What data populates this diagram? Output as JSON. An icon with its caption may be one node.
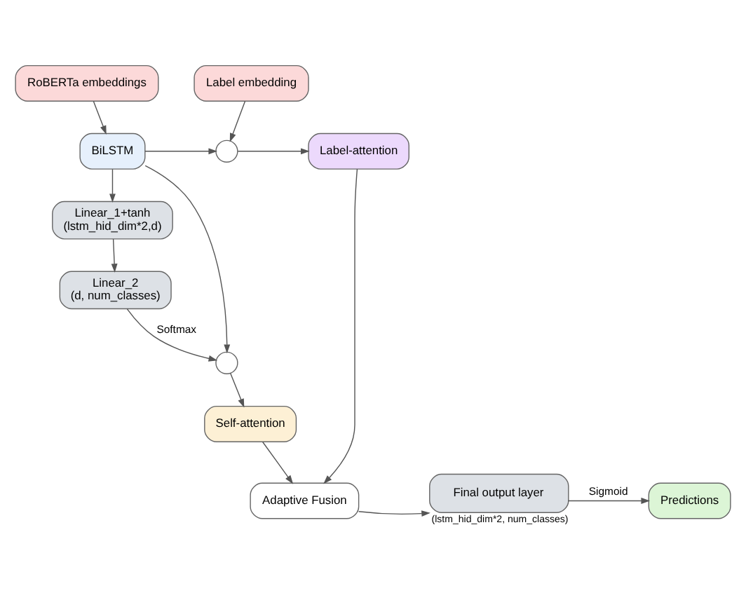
{
  "diagram": {
    "nodes": [
      {
        "text": [
          "RoBERTa embeddings"
        ]
      },
      {
        "text": [
          "Label embedding"
        ]
      },
      {
        "text": [
          "BiLSTM"
        ]
      },
      {
        "text": [],
        "shape": "circle"
      },
      {
        "text": [
          "Label-attention"
        ]
      },
      {
        "text": [
          "Linear_1+tanh",
          "(lstm_hid_dim*2,d)"
        ]
      },
      {
        "text": [
          "Linear_2",
          "(d, num_classes)"
        ]
      },
      {
        "text": [],
        "shape": "circle"
      },
      {
        "text": [
          "Self-attention"
        ]
      },
      {
        "text": [
          "Adaptive Fusion"
        ]
      },
      {
        "text": [
          "Final output layer"
        ],
        "beside": [
          "(lstm_hid_dim*2, num_classes)"
        ]
      },
      {
        "text": [
          "Predictions"
        ]
      }
    ],
    "edges": [
      {
        "from": 0,
        "to": 2,
        "arrow": "to"
      },
      {
        "from": 1,
        "to": 3,
        "arrow": "to"
      },
      {
        "from": 2,
        "to": 3,
        "arrow": "to"
      },
      {
        "from": 3,
        "to": 4,
        "arrow": "to"
      },
      {
        "from": 2,
        "to": 5,
        "arrow": "to"
      },
      {
        "from": 5,
        "to": 6,
        "arrow": "to"
      },
      {
        "from": 6,
        "to": 7,
        "label": "Softmax",
        "arrow": "to"
      },
      {
        "from": 2,
        "to": 7,
        "arrow": "to"
      },
      {
        "from": 7,
        "to": 8,
        "arrow": "to"
      },
      {
        "from": 8,
        "to": 9,
        "arrow": "to"
      },
      {
        "from": 4,
        "to": 9,
        "arrow": "to"
      },
      {
        "from": 9,
        "to": 10,
        "arrow": "to"
      },
      {
        "from": 10,
        "to": 11,
        "label": "Sigmoid",
        "arrow": "to"
      }
    ]
  }
}
